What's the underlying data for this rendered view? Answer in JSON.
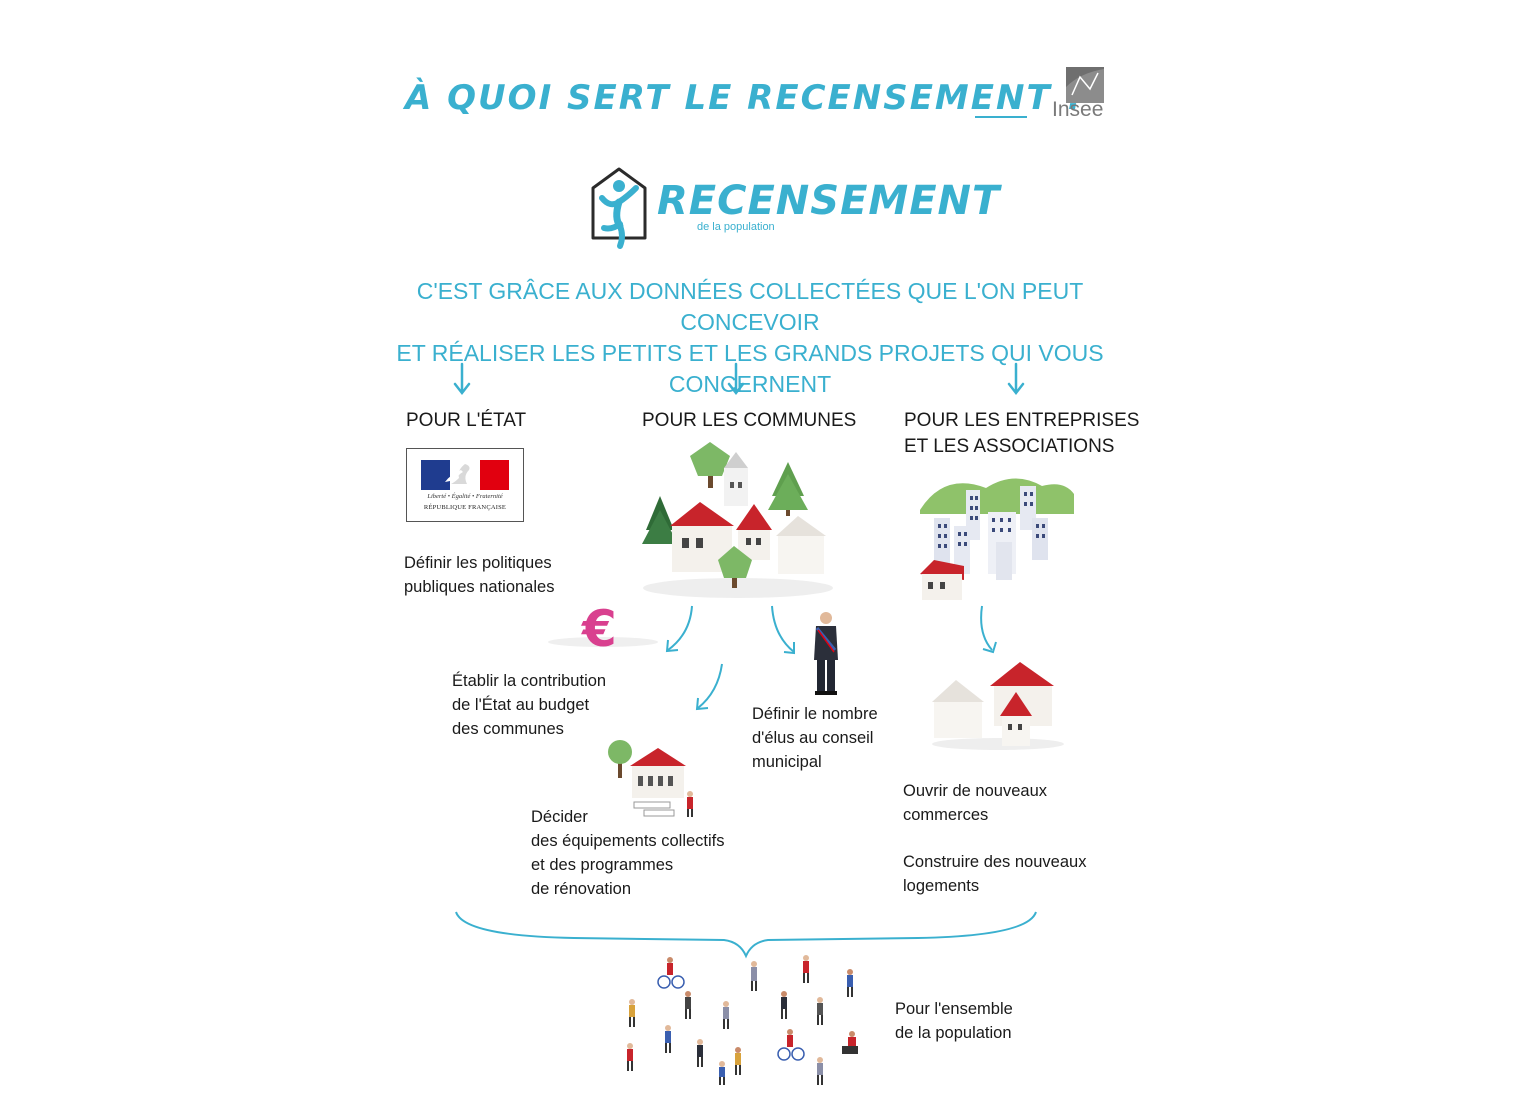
{
  "header": {
    "title": "À QUOI SERT LE RECENSEMENT ?",
    "insee_label": "Insee"
  },
  "brand": {
    "name": "RECENSEMENT",
    "subtitle": "de la population"
  },
  "intro": {
    "line1": "C'EST GRÂCE AUX DONNÉES COLLECTÉES QUE L'ON PEUT CONCEVOIR",
    "line2": "ET RÉALISER LES PETITS ET LES GRANDS PROJETS QUI VOUS CONCERNENT"
  },
  "columns": {
    "etat": {
      "heading": "POUR L'ÉTAT",
      "logo_motto": "Liberté • Égalité • Fraternité",
      "logo_name": "RÉPUBLIQUE FRANÇAISE",
      "item1_line1": "Définir les politiques",
      "item1_line2": "publiques nationales"
    },
    "communes": {
      "heading": "POUR LES COMMUNES",
      "contribution": [
        "Établir la contribution",
        "de l'État au budget",
        "des communes"
      ],
      "elus": [
        "Définir le nombre",
        "d'élus au conseil",
        "municipal"
      ],
      "equipements": [
        "Décider",
        "des équipements collectifs",
        "et des programmes",
        "de rénovation"
      ]
    },
    "entreprises": {
      "heading_line1": "POUR LES ENTREPRISES",
      "heading_line2": "ET LES ASSOCIATIONS",
      "commerces": [
        "Ouvrir de nouveaux",
        "commerces"
      ],
      "logements": [
        "Construire des nouveaux",
        "logements"
      ]
    }
  },
  "footer": {
    "line1": "Pour l'ensemble",
    "line2": "de la population"
  },
  "colors": {
    "accent": "#3ab0cf",
    "euro": "#d9408f",
    "roof": "#c8242b",
    "tree": "#6cae5a",
    "flag_blue": "#1f3c8f",
    "flag_red": "#e1000f"
  },
  "icons": [
    "insee-logo-icon",
    "recensement-house-icon",
    "euro-icon",
    "arrow-down-icon",
    "curved-arrow-icon",
    "brace-icon"
  ]
}
